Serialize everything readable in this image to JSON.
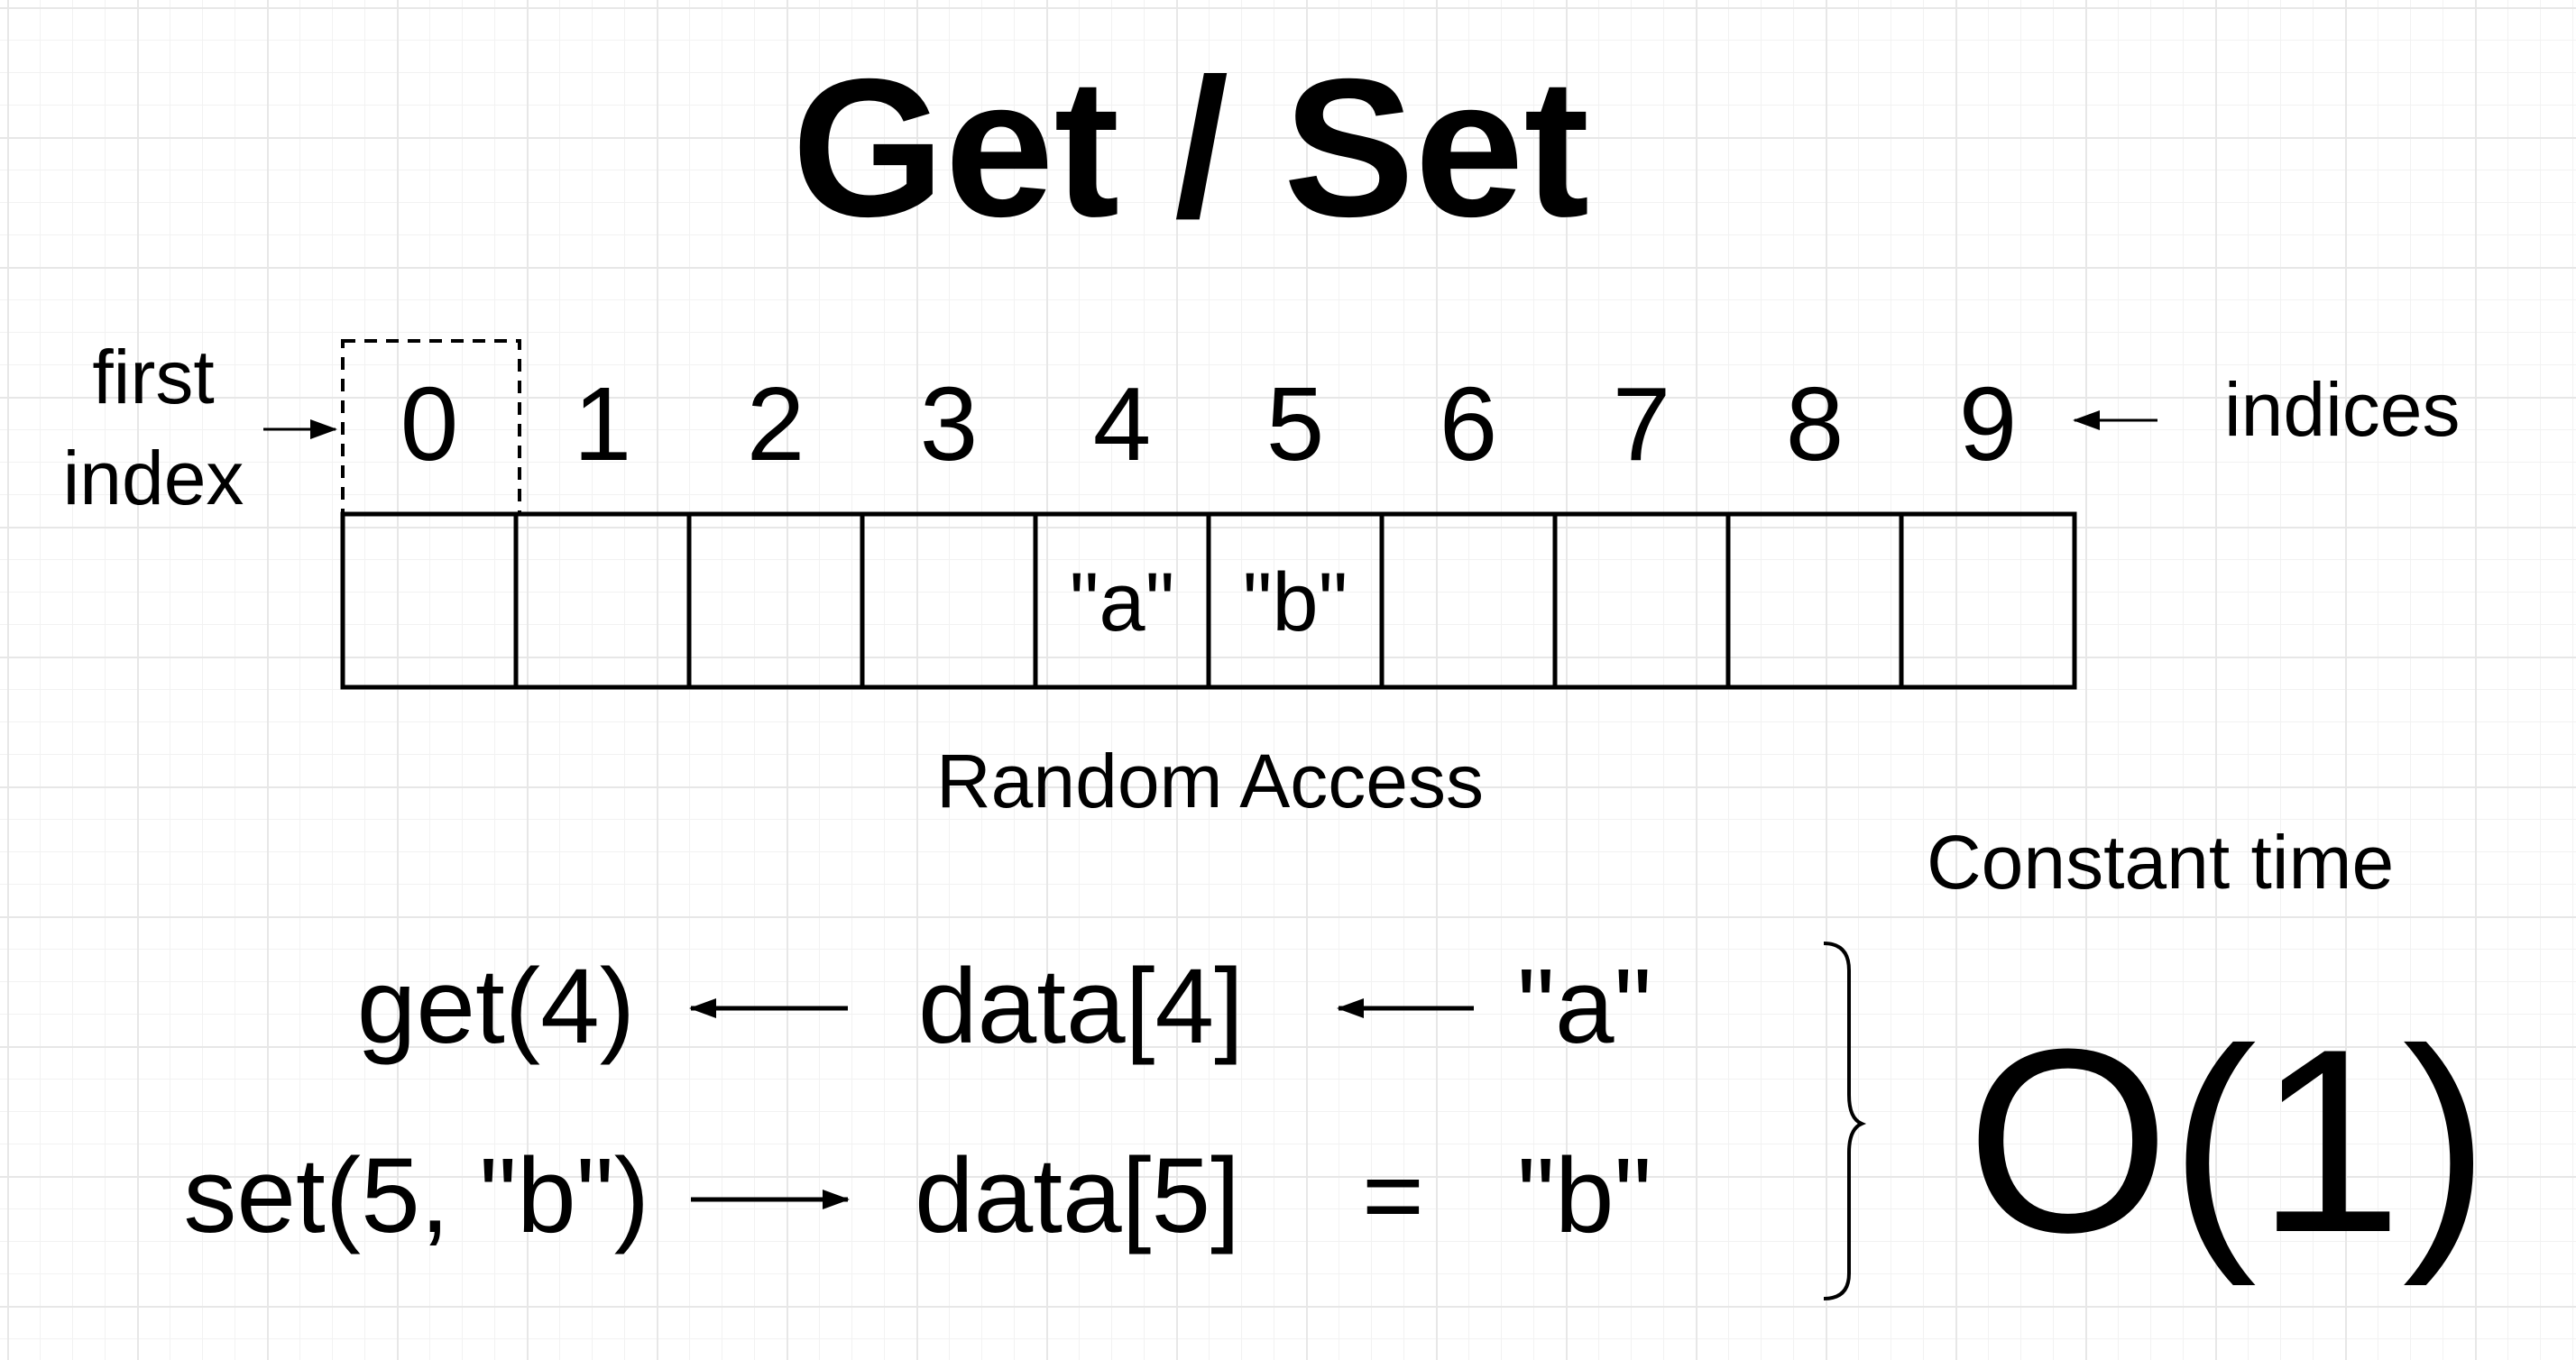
{
  "title": "Get / Set",
  "indices": [
    "0",
    "1",
    "2",
    "3",
    "4",
    "5",
    "6",
    "7",
    "8",
    "9"
  ],
  "cells": [
    "",
    "",
    "",
    "",
    "\"a\"",
    "\"b\"",
    "",
    "",
    "",
    ""
  ],
  "first_index_label": {
    "line1": "first",
    "line2": "index"
  },
  "indices_label": "indices",
  "random_access_label": "Random Access",
  "constant_time_label": "Constant time",
  "complexity": "O(1)",
  "get_row": {
    "call": "get(4)",
    "target": "data[4]",
    "value": "\"a\""
  },
  "set_row": {
    "call": "set(5, \"b\")",
    "target": "data[5]",
    "operator": "=",
    "value": "\"b\""
  },
  "colors": {
    "ink": "#000000",
    "grid_major": "#e7e7e7",
    "grid_minor": "#f2f2f2",
    "background": "#ffffff"
  }
}
